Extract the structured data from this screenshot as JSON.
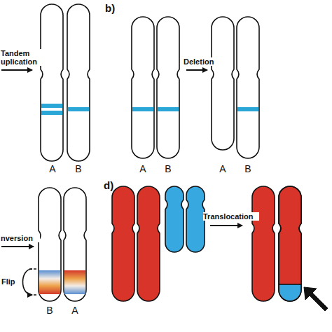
{
  "diagram": {
    "labels": [
      "b)",
      "Tandem uplication",
      "A",
      "B",
      "A",
      "B",
      "Deletion",
      "A",
      "B",
      "d)",
      "nversion",
      "Flip",
      "B",
      "A",
      "Translocation"
    ]
  }
}
